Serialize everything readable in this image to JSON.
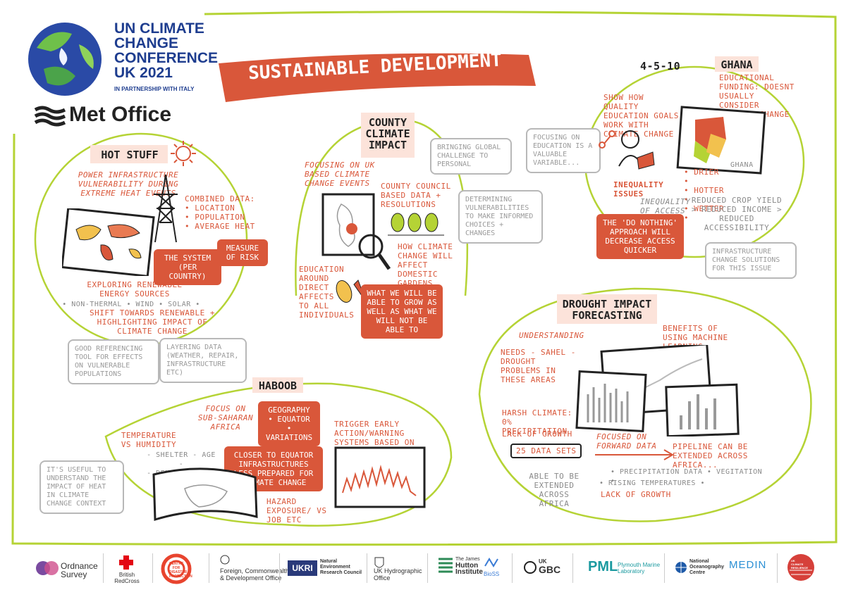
{
  "header": {
    "conference_lines": [
      "UN CLIMATE",
      "CHANGE",
      "CONFERENCE",
      "UK 2021"
    ],
    "partnership": "IN PARTNERSHIP WITH ITALY",
    "met_office": "Met Office",
    "banner_title": "SUSTAINABLE DEVELOPMENT"
  },
  "hot_stuff": {
    "title": "HOT STUFF",
    "subtitle": "Power infrastructure vulnerability during extreme heat events",
    "combined_data": "Combined data:\n• location\n• population\n• average heat",
    "system_box": "THE SYSTEM (per country)",
    "measure_risk": "Measure of risk",
    "exploring": "Exploring renewable energy sources",
    "sources": "• non-thermal • wind • solar •",
    "shift": "Shift towards renewable + highlighting impact of climate change",
    "good_ref": "Good referencing tool for effects on vulnerable populations",
    "layering": "Layering data (weather, repair, infrastructure etc)"
  },
  "county": {
    "title": "COUNTY CLIMATE IMPACT",
    "focusing": "Focusing on UK based climate change events",
    "bringing": "Bringing global challenge to personal",
    "council": "County council based data + resolutions",
    "determining": "Determining vulnerabilities to make informed choices + changes",
    "education": "Education around direct affects to all individuals",
    "gardens": "How climate change will affect domestic gardens",
    "grow_box": "What we will be able to grow as well as what we will not be able to"
  },
  "ghana": {
    "numbers": "4-5-10",
    "title": "GHANA",
    "funding": "Educational funding: doesnt usually consider climate change",
    "show_how": "Show how quality education goals work with climate change",
    "focusing_edu": "Focusing on education is a valuable variable...",
    "map_label": "GHANA",
    "drier": "• Drier •\n• Hotter •\n• Wetter •",
    "inequality": "Inequality issues",
    "inequality_access": "Inequality of access",
    "reduced": "Reduced crop yield > reduced income > reduced accessibility",
    "do_nothing": "The 'do nothing' approach will decrease access quicker",
    "infrastructure": "Infrastructure change solutions for this issue"
  },
  "haboob": {
    "title": "HABOOB",
    "focus": "Focus on sub-saharan africa",
    "geo_box": "Geography • Equator • Variations",
    "trigger": "Trigger early action/warning systems based on data",
    "temp": "Temperature vs humidity",
    "shelter": "- shelter - age -\n- density - job -",
    "closer_box": "Closer to equator infrastructures less prepared for climate change",
    "useful": "It's useful to understand the impact of heat in climate change context",
    "hazard": "Hazard exposure/ vs job etc"
  },
  "drought": {
    "title": "DROUGHT IMPACT FORECASTING",
    "benefits": "Benefits of using machine learning",
    "understanding": "Understanding",
    "needs": "Needs - Sahel - drought problems in these areas",
    "harsh": "Harsh climate: 0% precipitation",
    "lack1": "Lack of growth",
    "datasets": "25 DATA SETS",
    "focused": "Focused on forward data",
    "pipeline": "Pipeline can be extended across Africa...",
    "able": "Able to be extended across Africa",
    "precip": "• Precipitation data • vegitation •",
    "rising": "• Rising temperatures •",
    "lack2": "Lack of growth"
  },
  "footer": {
    "logos": [
      {
        "name": "Ordnance Survey",
        "lines": [
          "Ordnance",
          "Survey"
        ]
      },
      {
        "name": "British RedCross",
        "lines": [
          "British",
          "RedCross"
        ]
      },
      {
        "name": "Centre for Disaster Protection",
        "lines": [
          "CENTRE FOR",
          "DISASTER",
          "PROTECTION"
        ]
      },
      {
        "name": "Foreign, Commonwealth & Development Office",
        "lines": [
          "Foreign, Commonwealth",
          "& Development Office"
        ]
      },
      {
        "name": "Natural Environment Research Council",
        "lines": [
          "Natural",
          "Environment",
          "Research Council"
        ]
      },
      {
        "name": "UK Hydrographic Office",
        "lines": [
          "UK Hydrographic",
          "Office"
        ]
      },
      {
        "name": "The James Hutton Institute",
        "lines": [
          "The James",
          "Hutton",
          "Institute"
        ]
      },
      {
        "name": "BioSS",
        "lines": [
          "BioSS"
        ]
      },
      {
        "name": "UK GBC",
        "lines": [
          "UK",
          "GBC"
        ]
      },
      {
        "name": "PML Plymouth Marine Laboratory",
        "lines": [
          "Plymouth Marine",
          "Laboratory"
        ]
      },
      {
        "name": "National Oceanography Centre",
        "lines": [
          "National",
          "Oceanography",
          "Centre"
        ]
      },
      {
        "name": "MEDIN",
        "lines": [
          "MEDIN"
        ]
      },
      {
        "name": "UK Climate Resilience Programme",
        "lines": [
          "UK",
          "CLIMATE",
          "RESILIENCE"
        ]
      }
    ],
    "pml": "PML",
    "ukri": "UKRI"
  },
  "colors": {
    "accent": "#d9573a",
    "frame": "#b5d335",
    "ink": "#222222",
    "grey": "#9a9a9a"
  }
}
